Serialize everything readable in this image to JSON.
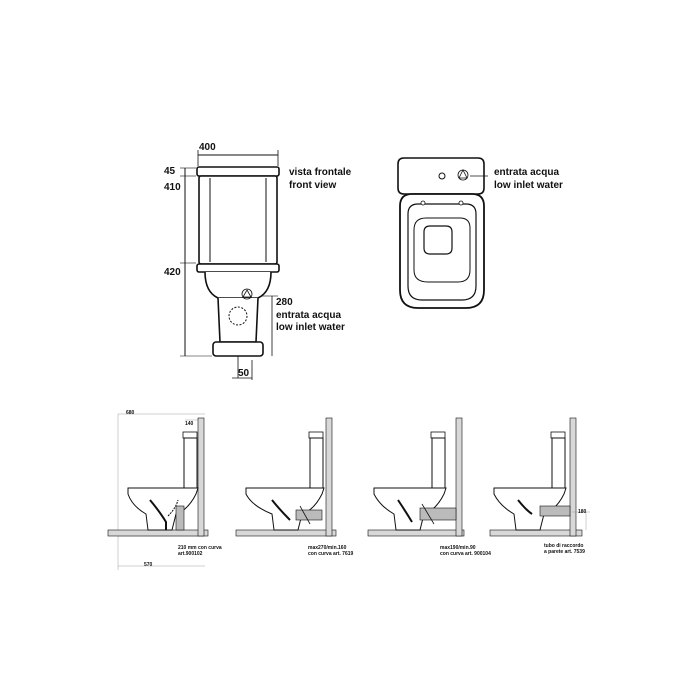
{
  "front": {
    "width_dim": "400",
    "dim_top": "45",
    "dim_tank": "410",
    "dim_bowl": "420",
    "dim_inlet": "280",
    "dim_outlet": "50",
    "view_it": "vista frontale",
    "view_en": "front view",
    "inlet_it": "entrata acqua",
    "inlet_en": "low inlet water"
  },
  "top": {
    "inlet_it": "entrata acqua",
    "inlet_en": "low inlet water"
  },
  "sides": {
    "dim_680": "680",
    "dim_140": "140",
    "dim_570": "570",
    "dim_180": "180",
    "notes": [
      {
        "l1": "210 mm con curva",
        "l2": "art.900102",
        "l3": ""
      },
      {
        "l1": "max270/min.160",
        "l2": "con curva art. 7619",
        "l3": ""
      },
      {
        "l1": "max190/min.90",
        "l2": "con curva art. 900104",
        "l3": ""
      },
      {
        "l1": "tubo di raccordo",
        "l2": "a parete art. 7539",
        "l3": ""
      }
    ]
  }
}
